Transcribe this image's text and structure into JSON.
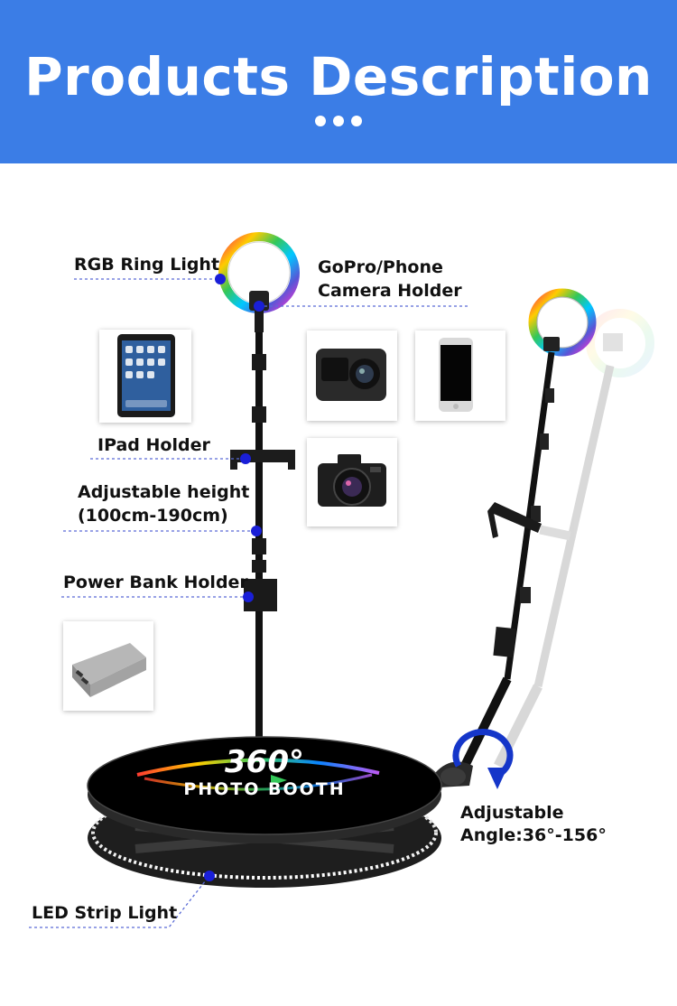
{
  "header": {
    "title": "Products Description",
    "background_color": "#3b7de6"
  },
  "labels": {
    "rgb_ring_light": "RGB Ring Light",
    "gopro_line1": "GoPro/Phone",
    "gopro_line2": "Camera Holder",
    "ipad_holder": "IPad Holder",
    "height_line1": "Adjustable height",
    "height_line2": "(100cm-190cm)",
    "power_bank_holder": "Power Bank Holder",
    "angle_line1": "Adjustable",
    "angle_line2": "Angle:36°-156°",
    "led_strip_light": "LED Strip Light"
  },
  "platform": {
    "big_text": "360°",
    "sub_text": "PHOTO BOOTH"
  },
  "colors": {
    "marker_dot": "#1a1fd8",
    "leader_line": "#5a6bd6",
    "arrow": "#1536c9"
  },
  "icons": [
    "ipad-image",
    "gopro-camera-image",
    "smartphone-image",
    "dslr-camera-image",
    "power-bank-image",
    "rotation-arrow-icon"
  ]
}
